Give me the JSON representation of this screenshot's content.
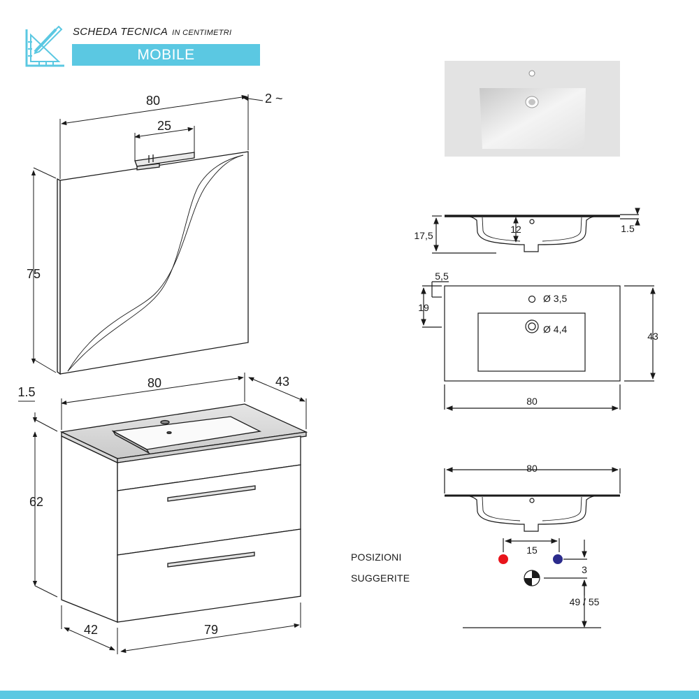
{
  "header": {
    "title": "SCHEDA TECNICA",
    "subtitle": "IN CENTIMETRI",
    "banner": "MOBILE"
  },
  "mirror": {
    "width": "80",
    "lamp_width": "25",
    "depth": "2 ~",
    "height": "75"
  },
  "cabinet": {
    "top_width": "80",
    "top_depth": "43",
    "top_thickness": "1.5",
    "height": "62",
    "base_depth": "42",
    "base_width": "79"
  },
  "basin_section": {
    "height": "17,5",
    "bowl_depth": "12",
    "rim": "1.5"
  },
  "basin_plan": {
    "offset_x": "5,5",
    "offset_y": "19",
    "tap_hole": "Ø 3,5",
    "drain_hole": "Ø 4,4",
    "depth": "43",
    "width": "80"
  },
  "install": {
    "width": "80",
    "tap_spacing": "15",
    "spacing_v": "3",
    "height_range": "49 / 55",
    "label_line1": "POSIZIONI",
    "label_line2": "SUGGERITE"
  },
  "colors": {
    "accent": "#5bc8e2",
    "hot": "#e8141b",
    "cold": "#2b2b8c"
  }
}
